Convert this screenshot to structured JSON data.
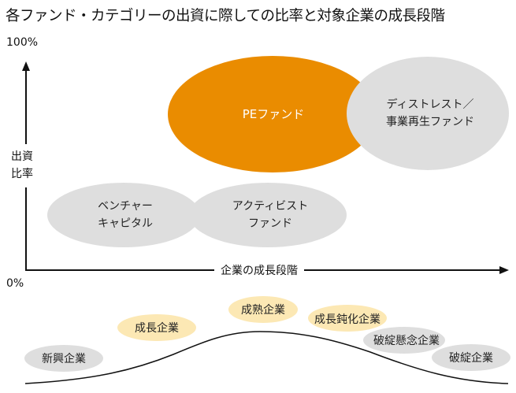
{
  "title": "各ファンド・カテゴリーの出資に際しての比率と対象企業の成長段階",
  "axes": {
    "y_top": "100%",
    "y_bottom": "0%",
    "y_label_line1": "出資",
    "y_label_line2": "比率",
    "x_label": "企業の成長段階"
  },
  "funds": [
    {
      "id": "venture",
      "line1": "ベンチャー",
      "line2": "キャピタル",
      "color": "#DEDEDE",
      "text_color": "#222222"
    },
    {
      "id": "activist",
      "line1": "アクティビスト",
      "line2": "ファンド",
      "color": "#DEDEDE",
      "text_color": "#222222"
    },
    {
      "id": "pe",
      "line1": "PEファンド",
      "line2": "",
      "color": "#EA8C00",
      "text_color": "#FFFFFF"
    },
    {
      "id": "distressed",
      "line1": "ディストレスト／",
      "line2": "事業再生ファンド",
      "color": "#DEDEDE",
      "text_color": "#222222"
    }
  ],
  "stages": [
    {
      "label": "新興企業",
      "color": "#DEDEDE"
    },
    {
      "label": "成長企業",
      "color": "#FCE8B4"
    },
    {
      "label": "成熟企業",
      "color": "#FCE8B4"
    },
    {
      "label": "成長鈍化企業",
      "color": "#FCE8B4"
    },
    {
      "label": "破綻懸念企業",
      "color": "#DEDEDE"
    },
    {
      "label": "破綻企業",
      "color": "#DEDEDE"
    }
  ]
}
